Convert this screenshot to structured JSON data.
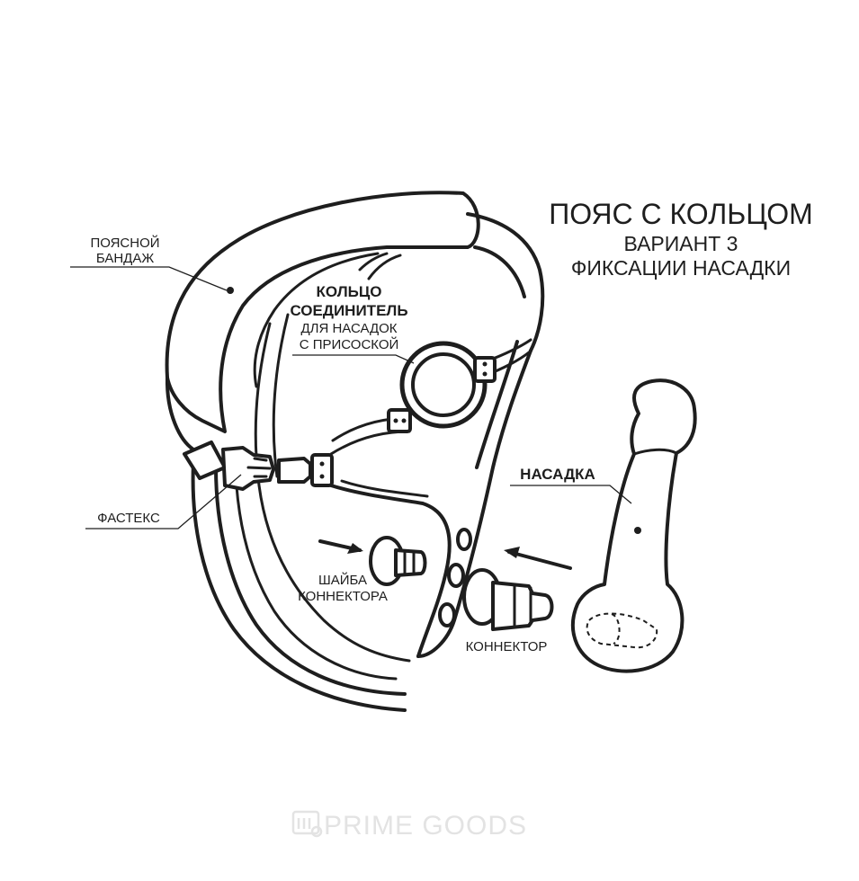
{
  "title": {
    "line1": "ПОЯС С КОЛЬЦОМ",
    "line2": "ВАРИАНТ 3",
    "line3": "ФИКСАЦИИ НАСАДКИ"
  },
  "labels": {
    "waist_band": [
      "ПОЯСНОЙ",
      "БАНДАЖ"
    ],
    "ring_connector": [
      "КОЛЬЦО",
      "СОЕДИНИТЕЛЬ",
      "ДЛЯ НАСАДОК",
      "С ПРИСОСКОЙ"
    ],
    "buckle": "ФАСТЕКС",
    "attachment": "НАСАДКА",
    "connector_washer": [
      "ШАЙБА",
      "КОННЕКТОРА"
    ],
    "connector": "КОННЕКТОР"
  },
  "watermark": "PRIME GOODS",
  "colors": {
    "ink": "#1e1e1e",
    "watermark": "#e3e3e3"
  }
}
